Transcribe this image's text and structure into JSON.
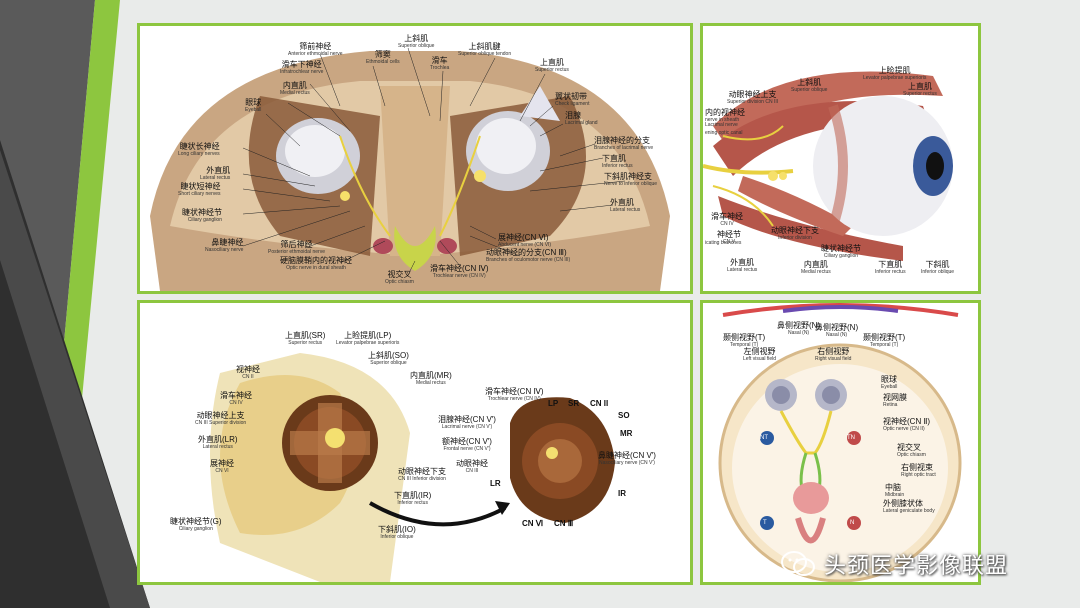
{
  "panel1": {
    "labels": [
      {
        "cn": "筛前神经",
        "en": "Anterior ethmoidal nerve"
      },
      {
        "cn": "筛窦",
        "en": "Ethmoidal cells"
      },
      {
        "cn": "上斜肌",
        "en": "Superior oblique"
      },
      {
        "cn": "上斜肌腱",
        "en": "Superior oblique tendon"
      },
      {
        "cn": "滑车",
        "en": "Trochlea"
      },
      {
        "cn": "上直肌",
        "en": "Superior rectus"
      },
      {
        "cn": "滑车下神经",
        "en": "Infratrochlear nerve"
      },
      {
        "cn": "内直肌",
        "en": "Medial rectus"
      },
      {
        "cn": "眼球",
        "en": "Eyeball"
      },
      {
        "cn": "翼状韧带",
        "en": "Check ligament"
      },
      {
        "cn": "泪腺",
        "en": "Lacrimal gland"
      },
      {
        "cn": "泪腺神经的分支",
        "en": "Branches of lacrimal nerve"
      },
      {
        "cn": "睫状长神经",
        "en": "Long ciliary nerves"
      },
      {
        "cn": "下直肌",
        "en": "Inferior rectus"
      },
      {
        "cn": "外直肌",
        "en": "Lateral rectus"
      },
      {
        "cn": "下斜肌神经支",
        "en": "Nerve to inferior oblique"
      },
      {
        "cn": "睫状短神经",
        "en": "Short ciliary nerves"
      },
      {
        "cn": "外直肌",
        "en": "Lateral rectus"
      },
      {
        "cn": "睫状神经节",
        "en": "Ciliary ganglion"
      },
      {
        "cn": "展神经(CN Ⅵ)",
        "en": "Abducent nerve (CN VI)"
      },
      {
        "cn": "鼻睫神经",
        "en": "Nasociliary nerve"
      },
      {
        "cn": "筛后神经",
        "en": "Posterior ethmoidal nerve"
      },
      {
        "cn": "动眼神经的分支(CN Ⅲ)",
        "en": "Branches of oculomotor nerve (CN III)"
      },
      {
        "cn": "硬脑膜鞘内的视神经",
        "en": "Optic nerve in dural sheath"
      },
      {
        "cn": "滑车神经(CN Ⅳ)",
        "en": "Trochlear nerve (CN IV)"
      },
      {
        "cn": "视交叉",
        "en": "Optic chiasm"
      }
    ]
  },
  "panel2": {
    "labels": [
      {
        "cn": "上睑提肌",
        "en": "Levator palpebrae superioris"
      },
      {
        "cn": "上斜肌",
        "en": "Superior oblique"
      },
      {
        "cn": "上直肌",
        "en": "Superior rectus"
      },
      {
        "cn": "动眼神经上支",
        "en": "Superior division CN III"
      },
      {
        "cn": "内的视神经",
        "en": "nerve in sheath"
      },
      {
        "cn": "",
        "en": "Lacrimal nerve"
      },
      {
        "cn": "",
        "en": "ening optic canal"
      },
      {
        "cn": "滑车神经",
        "en": "CN IV"
      },
      {
        "cn": "神经节",
        "en": "CN V"
      },
      {
        "cn": "动眼神经下支",
        "en": "Inferior division"
      },
      {
        "cn": "",
        "en": "icating branches"
      },
      {
        "cn": "外直肌",
        "en": "Lateral rectus"
      },
      {
        "cn": "睫状神经节",
        "en": "Ciliary ganglion"
      },
      {
        "cn": "下直肌",
        "en": "Inferior rectus"
      },
      {
        "cn": "下斜肌",
        "en": "Inferior oblique"
      },
      {
        "cn": "内直肌",
        "en": "Medial rectus"
      }
    ]
  },
  "panel3": {
    "labels": [
      {
        "cn": "上直肌(SR)",
        "en": "Superior rectus"
      },
      {
        "cn": "上睑提肌(LP)",
        "en": "Levator palpebrae superioris"
      },
      {
        "cn": "上斜肌(SO)",
        "en": "Superior oblique"
      },
      {
        "cn": "视神经",
        "en": "CN II"
      },
      {
        "cn": "内直肌(MR)",
        "en": "Medial rectus"
      },
      {
        "cn": "滑车神经",
        "en": "CN IV"
      },
      {
        "cn": "动眼神经上支",
        "en": "CN III Superior division"
      },
      {
        "cn": "外直肌(LR)",
        "en": "Lateral rectus"
      },
      {
        "cn": "展神经",
        "en": "CN VI"
      },
      {
        "cn": "动眼神经下支",
        "en": "CN III Inferior division"
      },
      {
        "cn": "下直肌(IR)",
        "en": "Inferior rectus"
      },
      {
        "cn": "睫状神经节(G)",
        "en": "Ciliary ganglion"
      },
      {
        "cn": "下斜肌(IO)",
        "en": "Inferior oblique"
      },
      {
        "cn": "滑车神经(CN Ⅳ)",
        "en": "Trochlear nerve (CN IV)"
      },
      {
        "cn": "泪腺神经(CN V′)",
        "en": "Lacrimal nerve (CN V′)"
      },
      {
        "cn": "额神经(CN V′)",
        "en": "Frontal nerve (CN V′)"
      },
      {
        "cn": "动眼神经",
        "en": "CN III"
      },
      {
        "cn": "鼻睫神经(CN V′)",
        "en": "Nasociliary nerve (CN V′)"
      }
    ],
    "abbrev": [
      "LP",
      "SR",
      "CN II",
      "SO",
      "MR",
      "LR",
      "IR",
      "CN Ⅵ",
      "CN Ⅲ"
    ]
  },
  "panel4": {
    "labels": [
      {
        "cn": "鼻侧视野(N)",
        "en": "Nasal (N)"
      },
      {
        "cn": "鼻侧视野(N)",
        "en": "Nasal (N)"
      },
      {
        "cn": "颞侧视野(T)",
        "en": "Temporal (T)"
      },
      {
        "cn": "颞侧视野(T)",
        "en": "Temporal (T)"
      },
      {
        "cn": "左侧视野",
        "en": "Left visual field"
      },
      {
        "cn": "右侧视野",
        "en": "Right visual field"
      },
      {
        "cn": "眼球",
        "en": "Eyeball"
      },
      {
        "cn": "视网膜",
        "en": "Retina"
      },
      {
        "cn": "视神经(CN Ⅱ)",
        "en": "Optic nerve (CN II)"
      },
      {
        "cn": "视交叉",
        "en": "Optic chiasm"
      },
      {
        "cn": "右侧视束",
        "en": "Right optic tract"
      },
      {
        "cn": "中脑",
        "en": "Midbrain"
      },
      {
        "cn": "外侧膝状体",
        "en": "Lateral geniculate body"
      }
    ],
    "marks": [
      "NT",
      "TN",
      "T",
      "N"
    ]
  },
  "watermark": {
    "text": "头颈医学影像联盟"
  },
  "colors": {
    "accent": "#8dc63f",
    "dark": "#3a3a3a"
  }
}
